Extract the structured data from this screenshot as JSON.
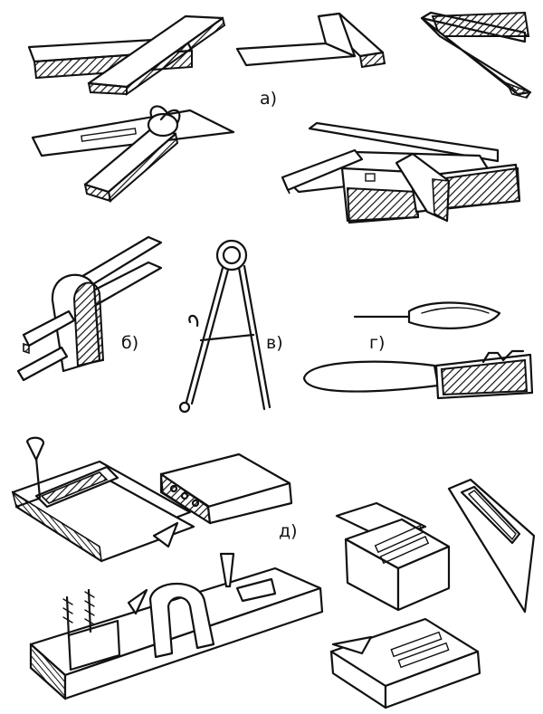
{
  "labels": {
    "a": "а)",
    "b": "б)",
    "v": "в)",
    "g": "г)",
    "d": "д)"
  },
  "ink_color": "#111111",
  "paper_color": "#ffffff"
}
